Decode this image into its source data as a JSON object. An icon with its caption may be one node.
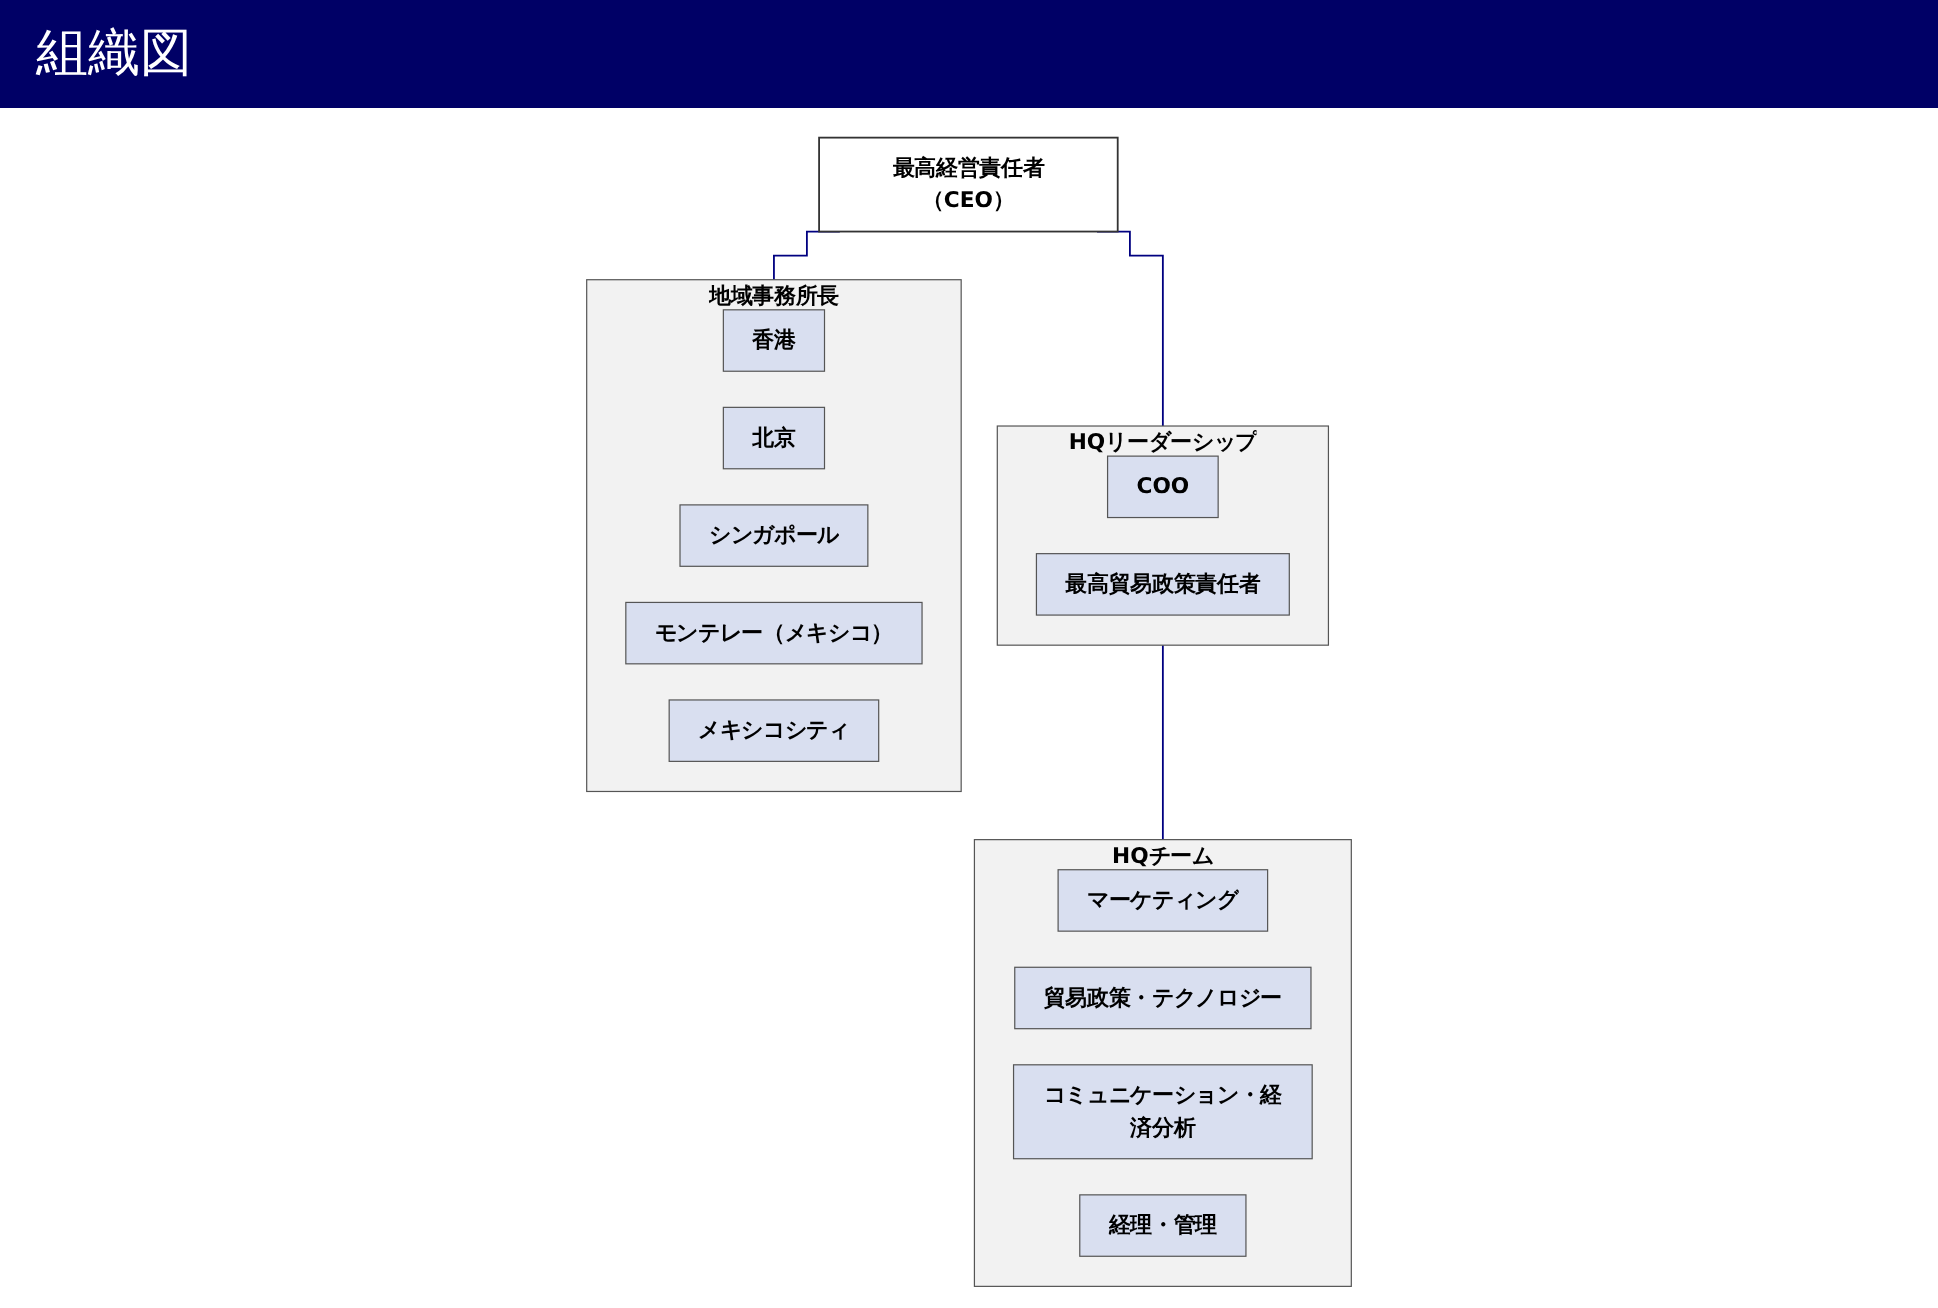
{
  "diagram": {
    "title": "組織図",
    "nodes": [
      {
        "text": [
          "最高経営責任者（CEO）"
        ]
      },
      {
        "text": [
          "HQリーダーシップ"
        ]
      },
      {
        "text": [
          "COO"
        ],
        "in": 1
      },
      {
        "text": [
          "最高貿易政策責任者"
        ],
        "in": 1
      },
      {
        "text": [
          "HQチーム"
        ]
      },
      {
        "text": [
          "マーケティング"
        ],
        "in": 4
      },
      {
        "text": [
          "貿易政策・テクノロジー"
        ],
        "in": 4
      },
      {
        "text": [
          "コミュニケーション・経済分析"
        ],
        "in": 4
      },
      {
        "text": [
          "経理・管理"
        ],
        "in": 4
      },
      {
        "text": [
          "地域事務所長"
        ]
      },
      {
        "text": [
          "香港"
        ],
        "in": 9
      },
      {
        "text": [
          "北京"
        ],
        "in": 9
      },
      {
        "text": [
          "シンガポール"
        ],
        "in": 9
      },
      {
        "text": [
          "モンテレー（メキシコ）"
        ],
        "in": 9
      },
      {
        "text": [
          "メキシコシティ"
        ],
        "in": 9
      }
    ],
    "edges": [
      {
        "from": 0,
        "to": 1,
        "arrow": "none"
      },
      {
        "from": 0,
        "to": 9,
        "arrow": "none"
      },
      {
        "from": 1,
        "to": 4,
        "arrow": "none"
      }
    ]
  }
}
